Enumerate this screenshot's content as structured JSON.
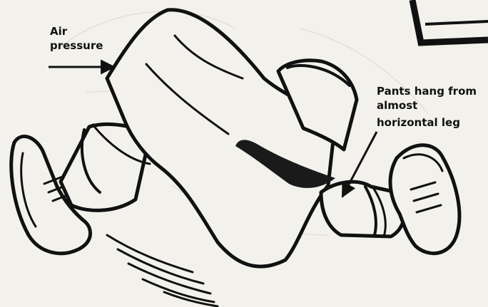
{
  "labels": {
    "air": [
      "Air",
      "pressure"
    ],
    "pants": [
      "Pants hang from",
      "almost",
      "horizontal leg"
    ]
  },
  "colors": {
    "paper": "#f3f1ec",
    "ink": "#111111",
    "shadow": "#1a1a1a"
  }
}
